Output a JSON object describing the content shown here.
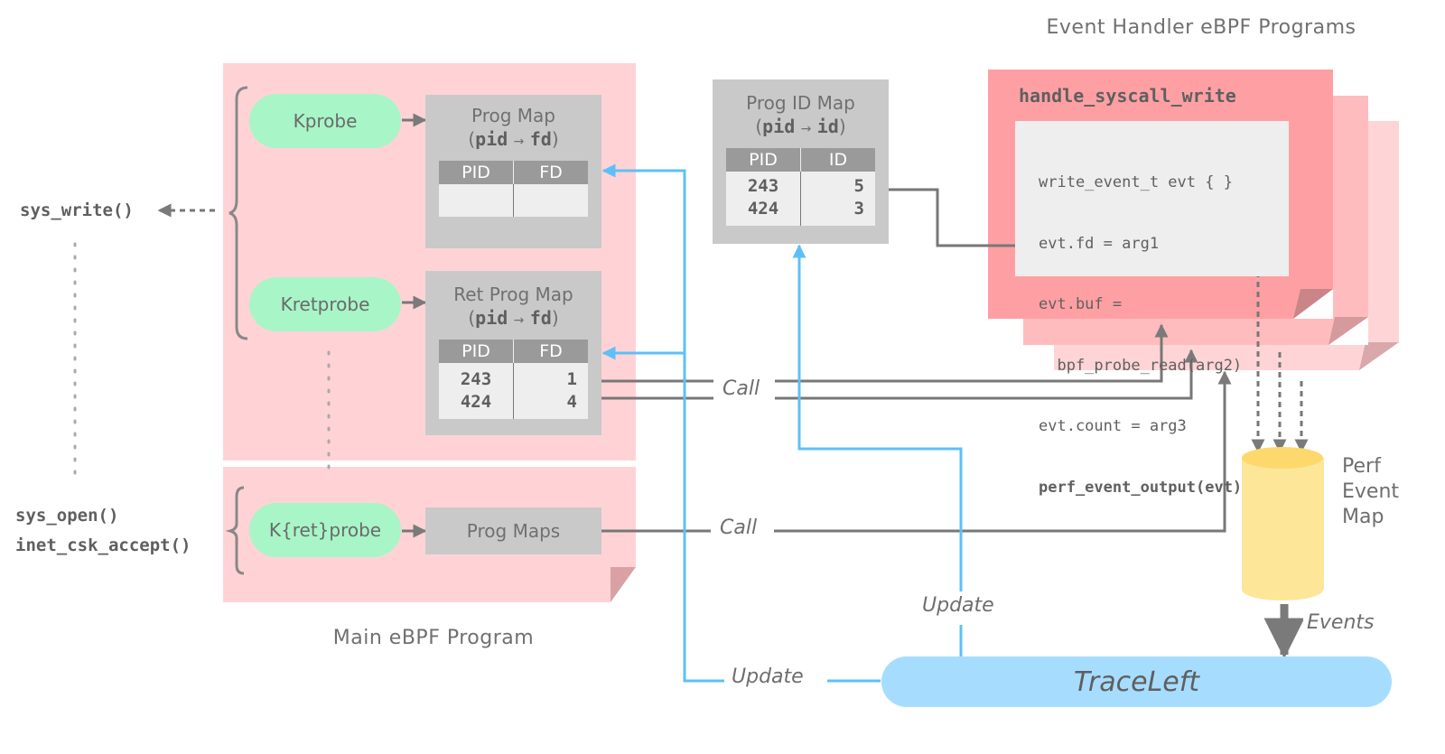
{
  "labels": {
    "event_handlers_title": "Event Handler eBPF Programs",
    "main_program_title": "Main eBPF Program"
  },
  "syscalls": {
    "sys_write": "sys_write()",
    "sys_open": "sys_open()",
    "inet_csk_accept": "inet_csk_accept()"
  },
  "probes": {
    "kprobe": "Kprobe",
    "kretprobe": "Kretprobe",
    "kretprobe_generic": "K{ret}probe"
  },
  "prog_map": {
    "title_line1": "Prog Map",
    "title_key": "pid",
    "title_arrow": "→",
    "title_value": "fd",
    "col_pid": "PID",
    "col_fd": "FD"
  },
  "ret_prog_map": {
    "title_line1": "Ret Prog Map",
    "title_key": "pid",
    "title_arrow": "→",
    "title_value": "fd",
    "col_pid": "PID",
    "col_fd": "FD",
    "rows": [
      {
        "pid": "243",
        "fd": "1"
      },
      {
        "pid": "424",
        "fd": "4"
      }
    ]
  },
  "prog_maps_label": "Prog Maps",
  "prog_id_map": {
    "title_line1": "Prog ID Map",
    "title_key": "pid",
    "title_arrow": "→",
    "title_value": "id",
    "col_pid": "PID",
    "col_id": "ID",
    "rows": [
      {
        "pid": "243",
        "id": "5"
      },
      {
        "pid": "424",
        "id": "3"
      }
    ]
  },
  "handler": {
    "name": "handle_syscall_write",
    "code_lines": [
      "write_event_t evt { }",
      "evt.fd = arg1",
      "evt.buf =",
      "  bpf_probe_read(arg2)",
      "evt.count = arg3"
    ],
    "code_last_line": "perf_event_output(evt)"
  },
  "perf_map": {
    "line1": "Perf",
    "line2": "Event",
    "line3": "Map"
  },
  "edge_labels": {
    "call_top": "Call",
    "call_bottom": "Call",
    "update_right": "Update",
    "update_bottom": "Update",
    "events": "Events"
  },
  "traceleft": "TraceLeft",
  "colors": {
    "pink_bg": "#ffd3d6",
    "handler_front": "#fea0a3",
    "handler_mid": "#ffbcbe",
    "handler_back": "#ffd4d6",
    "probe_green": "#a8f5c8",
    "gray_box": "#c9c9c9",
    "table_header": "#9a9a9a",
    "blue_line": "#5cc0f7",
    "traceleft_blue": "#a6ddff",
    "perf_yellow": "#fde697"
  }
}
